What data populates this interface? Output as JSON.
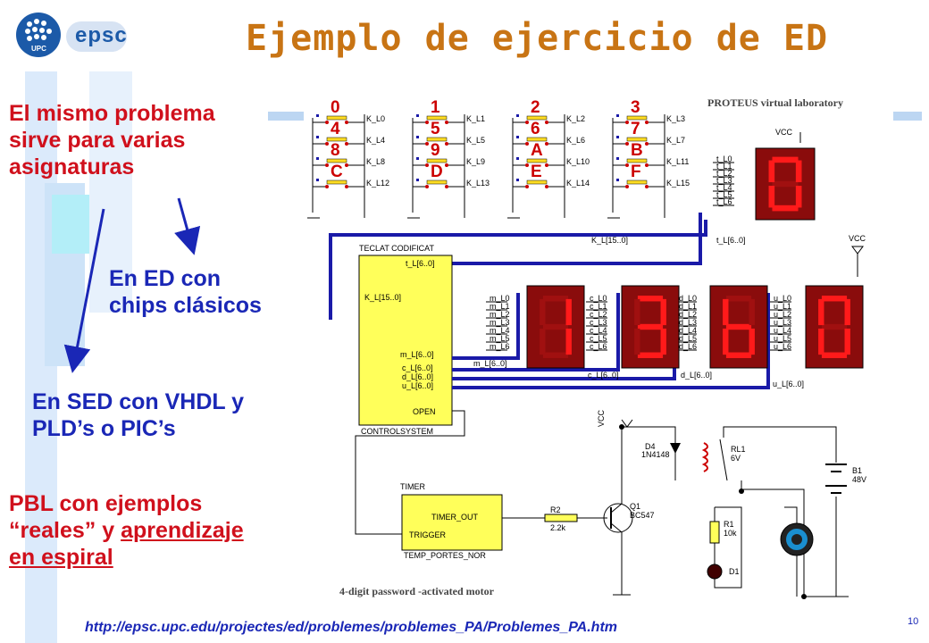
{
  "title": "Ejemplo de ejercicio de ED",
  "logos": {
    "upc": "UPC",
    "epsc": "epsc"
  },
  "texts": {
    "mismo_problema": [
      "El mismo problema",
      "sirve para varias",
      "asignaturas"
    ],
    "ed_chips": [
      "En ED con",
      "chips clásicos"
    ],
    "sed_vhdl": [
      "En SED con VHDL y",
      "PLD’s o PIC’s"
    ],
    "pbl": {
      "line1": "PBL con ejemplos",
      "line2_plain": "“reales” y ",
      "line2_underlined": "aprendizaje",
      "line3_underlined": "en espiral"
    }
  },
  "url": "http://epsc.upc.edu/projectes/ed/problemes/problemes_PA/Problemes_PA.htm",
  "page_number": "10",
  "schematic": {
    "caption_top": "PROTEUS virtual laboratory",
    "caption_bottom": "4-digit password -activated motor",
    "keypad_keys": [
      "0",
      "1",
      "2",
      "3",
      "4",
      "5",
      "6",
      "7",
      "8",
      "9",
      "A",
      "B",
      "C",
      "D",
      "E",
      "F"
    ],
    "keypad_labels": [
      "K_L0",
      "K_L1",
      "K_L2",
      "K_L3",
      "K_L4",
      "K_L5",
      "K_L6",
      "K_L7",
      "K_L8",
      "K_L9",
      "K_L10",
      "K_L11",
      "K_L12",
      "K_L13",
      "K_L14",
      "K_L15"
    ],
    "bus_k": "K_L[15..0]",
    "bus_t": "t_L[6..0]",
    "bus_m": "m_L[6..0]",
    "bus_c": "c_L[6..0]",
    "bus_d": "d_L[6..0]",
    "bus_u": "u_L[6..0]",
    "vcc": "VCC",
    "encoder_name": "TECLAT CODIFICAT",
    "encoder_pins": [
      "t_L[6..0]",
      "K_L[15..0]",
      "m_L[6..0]",
      "c_L[6..0]",
      "d_L[6..0]",
      "u_L[6..0]",
      "OPEN"
    ],
    "encoder_footer": "CONTROLSYSTEM",
    "timer_name": "TIMER",
    "timer_pins": [
      "TIMER_OUT",
      "TRIGGER"
    ],
    "timer_footer": "TEMP_PORTES_NOR",
    "displays": [
      "0",
      "1",
      "3",
      "b",
      "0"
    ],
    "t_signals": [
      "t_L0",
      "t_L1",
      "t_L2",
      "t_L3",
      "t_L4",
      "t_L5",
      "t_L6"
    ],
    "m_signals": [
      "m_L0",
      "m_L1",
      "m_L2",
      "m_L3",
      "m_L4",
      "m_L5",
      "m_L6"
    ],
    "c_signals": [
      "c_L0",
      "c_L1",
      "c_L2",
      "c_L3",
      "c_L4",
      "c_L5",
      "c_L6"
    ],
    "d_signals": [
      "d_L0",
      "d_L1",
      "d_L2",
      "d_L3",
      "d_L4",
      "d_L5",
      "d_L6"
    ],
    "u_signals": [
      "u_L0",
      "u_L1",
      "u_L2",
      "u_L3",
      "u_L4",
      "u_L5",
      "u_L6"
    ],
    "components": {
      "d4": "D4",
      "d4_part": "1N4148",
      "rl1": "RL1",
      "rl1_val": "6V",
      "b1": "B1",
      "b1_val": "48V",
      "r2": "R2",
      "r2_val": "2.2k",
      "q1": "Q1",
      "q1_part": "BC547",
      "r1": "R1",
      "r1_val": "10k",
      "d1": "D1"
    }
  },
  "colors": {
    "title": "#c87414",
    "red_text": "#d0101c",
    "blue_text": "#1a27b6",
    "display_bg": "#8a0c0c",
    "segment_on": "#ff1a1a",
    "chip_fill": "#ffff5a",
    "bus": "#1a1aa8"
  }
}
